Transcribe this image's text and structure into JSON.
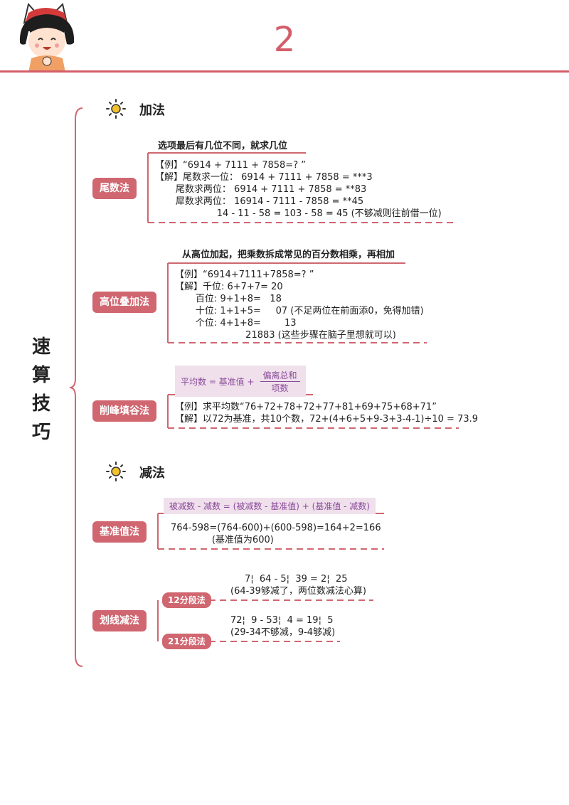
{
  "page": {
    "number": "2"
  },
  "main_title": [
    "速",
    "算",
    "技",
    "巧"
  ],
  "sections": {
    "addition": "加法",
    "subtraction": "减法"
  },
  "tail": {
    "label": "尾数法",
    "rule": "选项最后有几位不同，就求几位",
    "lines": [
      "【例】“6914 + 7111 + 7858=? ”",
      "【解】尾数求一位： 6914 + 7111 + 7858 = ***3",
      "       尾数求两位： 6914 + 7111 + 7858 = **83",
      "       犀数求两位： 16914 - 7111 - 7858 = **45",
      "                     14 - 11 - 58 = 103 - 58 = 45 (不够减则往前借一位)"
    ]
  },
  "high": {
    "label": "高位叠加法",
    "rule": "从高位加起，把乘数拆成常见的百分数相乘，再相加",
    "lines": [
      "【例】“6914+7111+7858=? ”",
      "【解】千位: 6+7+7= 20",
      "       百位: 9+1+8=   18",
      "       十位: 1+1+5=     07 (不足两位在前面添0，免得加错)",
      "       个位: 4+1+8=        13",
      "                        21883 (这些步骤在脑子里想就可以)"
    ]
  },
  "peak": {
    "label": "削峰填谷法",
    "formula_left": "平均数 = 基准值 +",
    "formula_num": "偏离总和",
    "formula_den": "项数",
    "lines": [
      "【例】求平均数“76+72+78+72+77+81+69+75+68+71”",
      "【解】以72为基准，共10个数，72+(4+6+5+9-3+3-4-1)÷10 = 73.9"
    ]
  },
  "base": {
    "label": "基准值法",
    "formula": "被减数 - 减数 = (被减数 - 基准值) + (基准值 - 减数)",
    "lines": [
      "764-598=(764-600)+(600-598)=164+2=166",
      "              (基准值为600)"
    ]
  },
  "line_method": {
    "label": "划线减法",
    "sub1": {
      "label": "12分段法",
      "lines": [
        "7¦  64 - 5¦  39 = 2¦  25",
        "(64-39够减了，两位数减法心算)"
      ]
    },
    "sub2": {
      "label": "21分段法",
      "lines": [
        "72¦  9 - 53¦  4 = 19¦  5",
        "(29-34不够减，9-4够减)"
      ]
    }
  },
  "colors": {
    "accent": "#d45d6a",
    "badge": "#d06670",
    "highlight_bg": "#efe0ec",
    "highlight_text": "#8a4a99",
    "sun": "#f2c12e"
  }
}
